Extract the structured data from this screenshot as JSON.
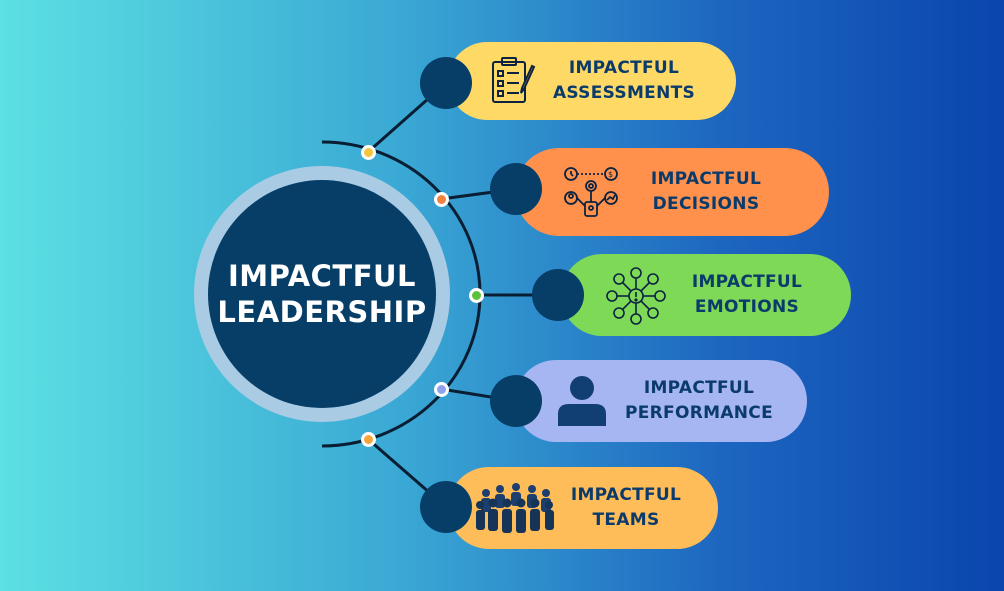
{
  "center": {
    "line1": "IMPACTFUL",
    "line2": "LEADERSHIP"
  },
  "items": [
    {
      "line1": "IMPACTFUL",
      "line2": "ASSESSMENTS",
      "icon": "clipboard-checklist-icon",
      "color": "#ffd966",
      "dot_color": "#f5c63c"
    },
    {
      "line1": "IMPACTFUL",
      "line2": "DECISIONS",
      "icon": "decision-network-icon",
      "color": "#ff914d",
      "dot_color": "#f2823f"
    },
    {
      "line1": "IMPACTFUL",
      "line2": "EMOTIONS",
      "icon": "emotions-faces-icon",
      "color": "#7ed957",
      "dot_color": "#5cc23e"
    },
    {
      "line1": "IMPACTFUL",
      "line2": "PERFORMANCE",
      "icon": "person-icon",
      "color": "#a6b6f2",
      "dot_color": "#8fa3ec"
    },
    {
      "line1": "IMPACTFUL",
      "line2": "TEAMS",
      "icon": "team-group-icon",
      "color": "#ffbd59",
      "dot_color": "#f5a53c"
    }
  ],
  "colors": {
    "node": "#063e67",
    "line": "#0a1e33",
    "text": "#0b3b6b"
  }
}
